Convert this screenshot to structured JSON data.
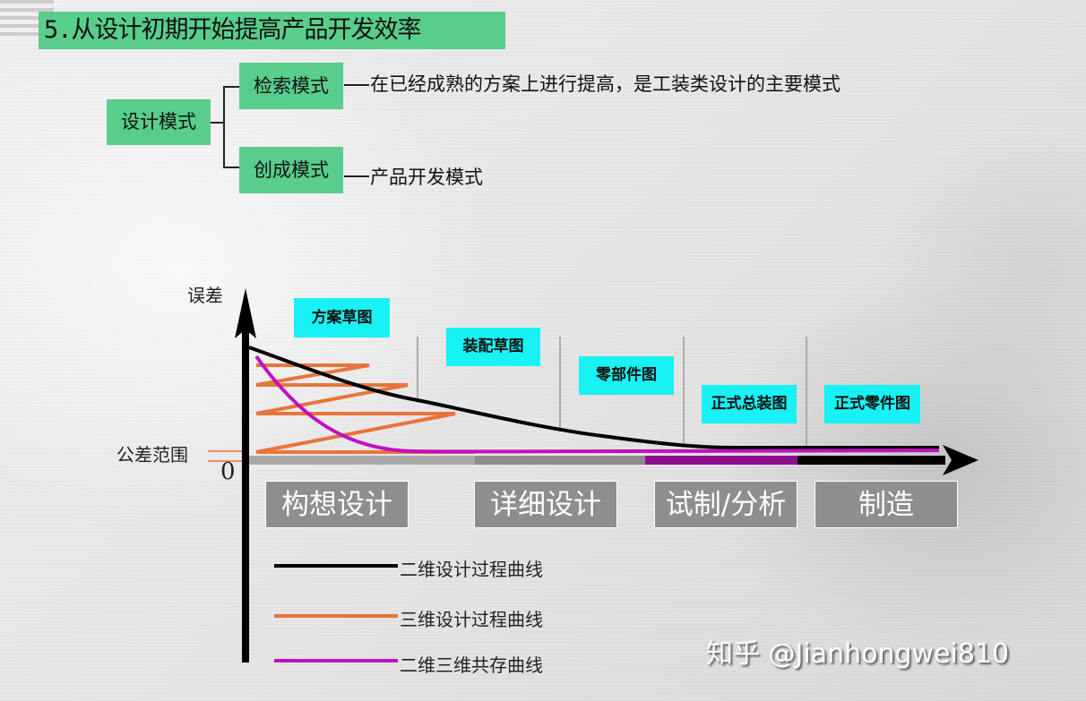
{
  "title": "5.从设计初期开始提高产品开发效率",
  "tree": {
    "root": "设计模式",
    "branches": [
      {
        "label": "检索模式",
        "note": "在已经成熟的方案上进行提高，是工装类设计的主要模式"
      },
      {
        "label": "创成模式",
        "note": "产品开发模式"
      }
    ]
  },
  "chart_data": {
    "type": "line",
    "title": "",
    "ylabel": "误差",
    "xlabel": "",
    "y_tick_labels": [
      "0",
      "公差范围"
    ],
    "phase_labels": [
      "方案草图",
      "装配草图",
      "零部件图",
      "正式总装图",
      "正式零件图"
    ],
    "stages": [
      {
        "label": "构想设计",
        "bar_color": "#a8a8a8"
      },
      {
        "label": "详细设计",
        "bar_color": "#8c8c8c"
      },
      {
        "label": "试制/分析",
        "bar_color": "#8e0f8e"
      },
      {
        "label": "制造",
        "bar_color": "#000000"
      }
    ],
    "series": [
      {
        "name": "二维设计过程曲线",
        "color": "#000000",
        "shape": "smooth decay from high error, reaching tolerance late (around 正式总装图 stage)"
      },
      {
        "name": "三维设计过程曲线",
        "color": "#e8743a",
        "shape": "zig-zag oscillation converging to tolerance early in 构想设计"
      },
      {
        "name": "二维三维共存曲线",
        "color": "#c010c0",
        "shape": "steep decay reaching tolerance within 构想设计, then flat"
      }
    ],
    "legend_position": "bottom-left",
    "grid": false
  },
  "legend": [
    {
      "label": "二维设计过程曲线",
      "color": "#000000"
    },
    {
      "label": "三维设计过程曲线",
      "color": "#e8743a"
    },
    {
      "label": "二维三维共存曲线",
      "color": "#c010c0"
    }
  ],
  "watermark": "知乎 @Jianhongwei810"
}
